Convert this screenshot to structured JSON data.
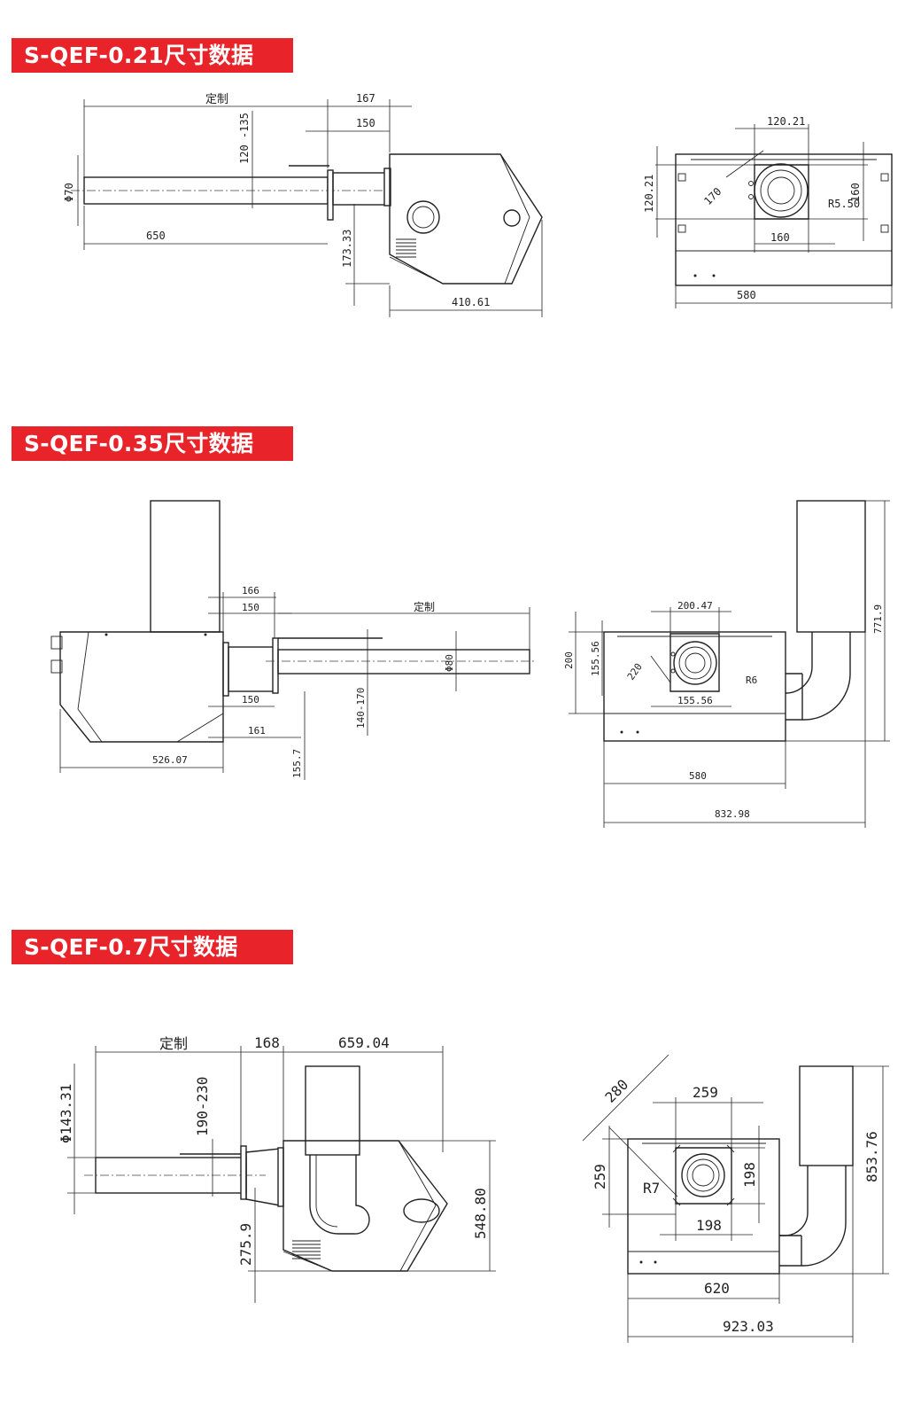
{
  "sections": [
    {
      "title": "S-QEF-0.21尺寸数据",
      "side_view": {
        "custom": "定制",
        "d1": "167",
        "d2": "150",
        "d3": "120 -135",
        "diameter": "Φ70",
        "d4": "650",
        "d5": "173.33",
        "d6": "410.61"
      },
      "front_view": {
        "d1": "120.21",
        "d2": "170",
        "d3": "120.21",
        "d4": "R5.50",
        "d5": "160",
        "d6": "160",
        "d7": "580"
      }
    },
    {
      "title": "S-QEF-0.35尺寸数据",
      "side_view": {
        "d1": "166",
        "d2": "150",
        "custom": "定制",
        "diameter": "Φ80",
        "d3": "140-170",
        "d4": "150",
        "d5": "161",
        "d6": "526.07",
        "d7": "155.7"
      },
      "front_view": {
        "d1": "200.47",
        "d2": "200",
        "d3": "155.56",
        "d4": "220",
        "d5": "R6",
        "d6": "155.56",
        "d7": "771.9",
        "d8": "580",
        "d9": "832.98"
      }
    },
    {
      "title": "S-QEF-0.7尺寸数据",
      "side_view": {
        "custom": "定制",
        "d1": "168",
        "d2": "659.04",
        "diameter": "Φ143.31",
        "d3": "190-230",
        "d4": "275.9",
        "d5": "548.80"
      },
      "front_view": {
        "d1": "280",
        "d2": "259",
        "d3": "259",
        "d4": "R7",
        "d5": "198",
        "d6": "198",
        "d7": "853.76",
        "d8": "620",
        "d9": "923.03"
      }
    }
  ]
}
